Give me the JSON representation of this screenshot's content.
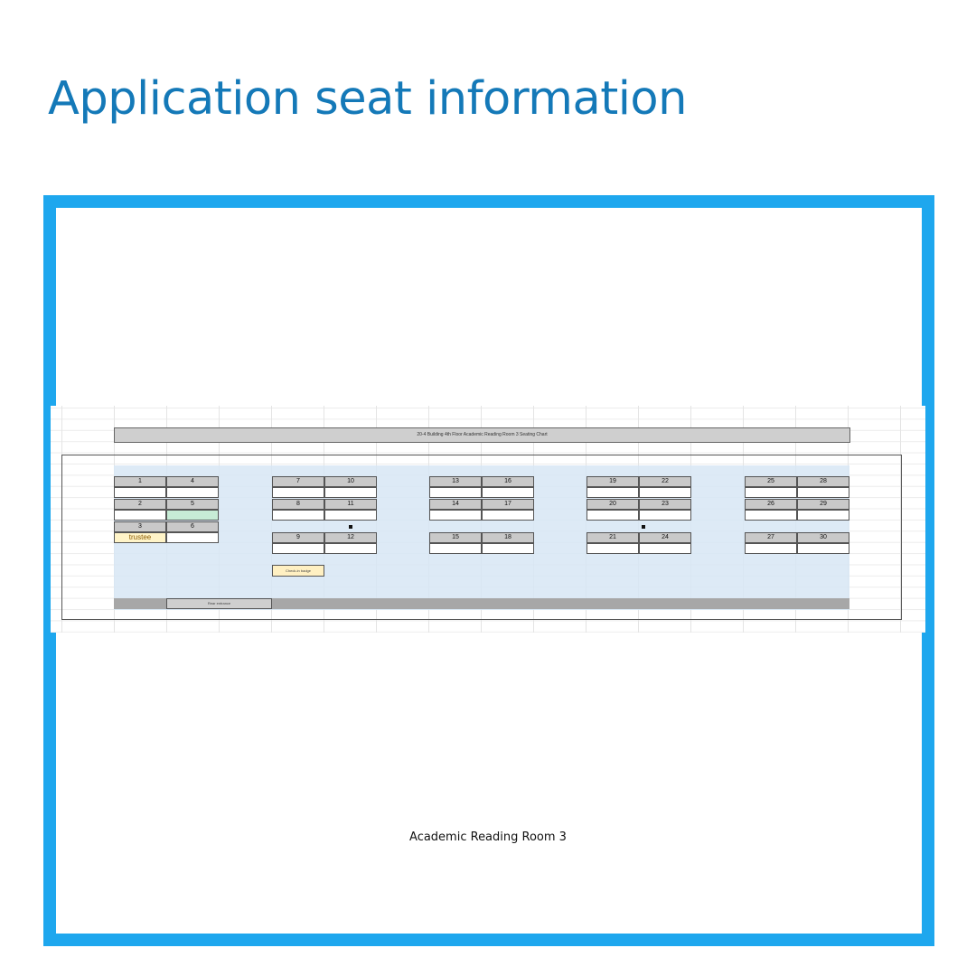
{
  "header": {
    "title": "Application seat information"
  },
  "chart": {
    "title": "20-4 Building 4th Floor Academic Reading Room 3 Seating Chart",
    "checkin_label": "Check-in badge",
    "entrance_label": "Rear entrance"
  },
  "seat_groups": [
    {
      "cols": [
        [
          "1",
          "2",
          "3"
        ],
        [
          "4",
          "5",
          "6"
        ]
      ]
    },
    {
      "cols": [
        [
          "7",
          "8",
          "9"
        ],
        [
          "10",
          "11",
          "12"
        ]
      ]
    },
    {
      "cols": [
        [
          "13",
          "14",
          "15"
        ],
        [
          "16",
          "17",
          "18"
        ]
      ]
    },
    {
      "cols": [
        [
          "19",
          "20",
          "21"
        ],
        [
          "22",
          "23",
          "24"
        ]
      ]
    },
    {
      "cols": [
        [
          "25",
          "26",
          "27"
        ],
        [
          "28",
          "29",
          "30"
        ]
      ]
    }
  ],
  "seat_notes": {
    "3": "trustee"
  },
  "caption": "Academic Reading Room 3",
  "colors": {
    "title": "#1479b8",
    "frame": "#1ea7ee",
    "room": "#d7e6f5",
    "reserved_seat": "#c7ecd6",
    "trustee_seat": "#fff4c8"
  }
}
